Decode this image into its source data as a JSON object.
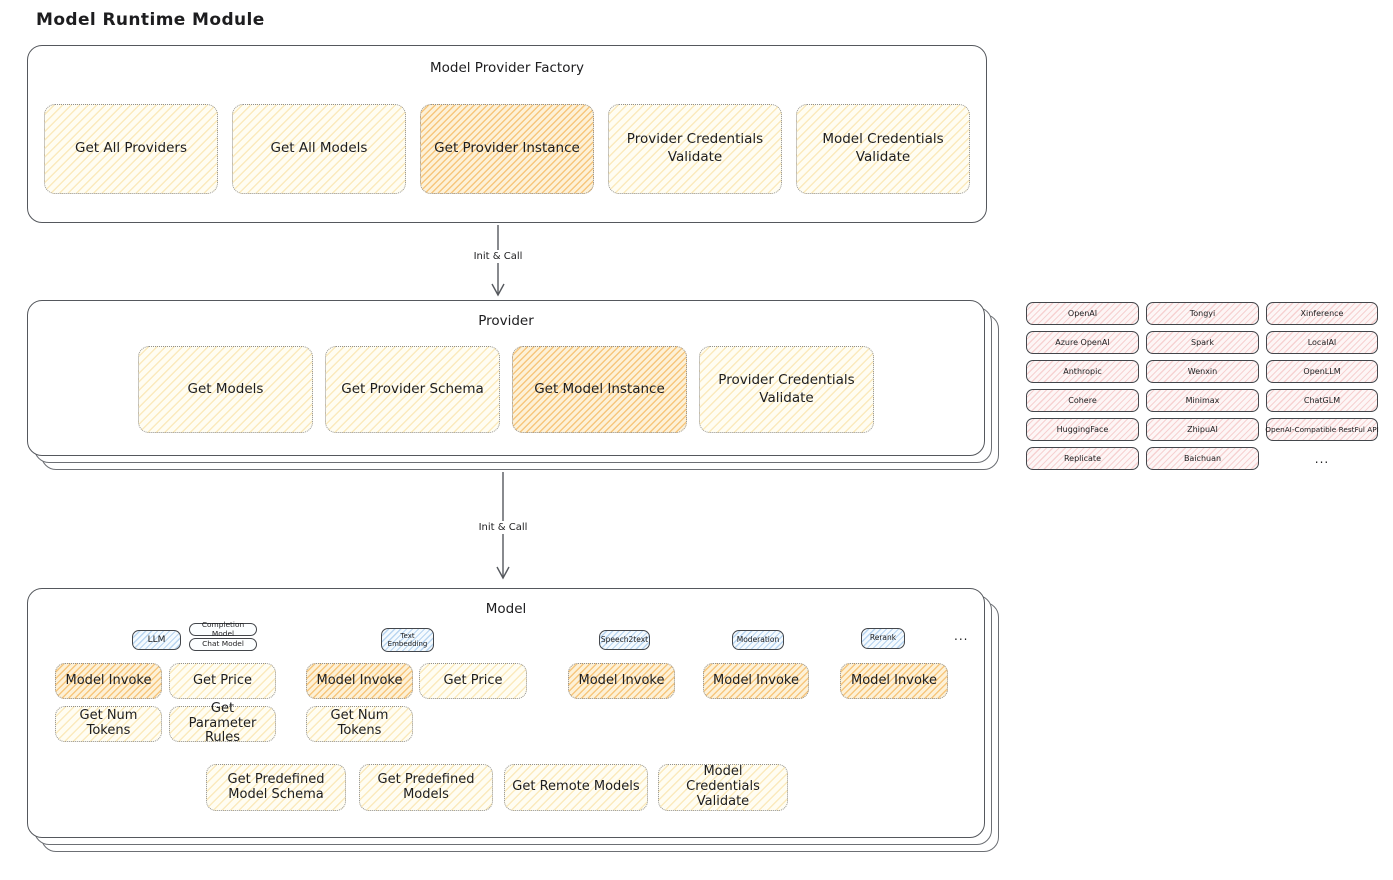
{
  "page": {
    "title": "Model Runtime Module"
  },
  "arrows": [
    {
      "label": "Init & Call"
    },
    {
      "label": "Init & Call"
    }
  ],
  "factory": {
    "title": "Model Provider Factory",
    "buttons": [
      {
        "label": "Get All Providers",
        "highlighted": false
      },
      {
        "label": "Get All Models",
        "highlighted": false
      },
      {
        "label": "Get Provider Instance",
        "highlighted": true
      },
      {
        "label": "Provider Credentials Validate",
        "highlighted": false
      },
      {
        "label": "Model Credentials Validate",
        "highlighted": false
      }
    ]
  },
  "provider": {
    "title": "Provider",
    "buttons": [
      {
        "label": "Get Models",
        "highlighted": false
      },
      {
        "label": "Get Provider Schema",
        "highlighted": false
      },
      {
        "label": "Get Model Instance",
        "highlighted": true
      },
      {
        "label": "Provider Credentials Validate",
        "highlighted": false
      }
    ]
  },
  "providers": {
    "items": [
      "OpenAI",
      "Tongyi",
      "Xinference",
      "Azure OpenAI",
      "Spark",
      "LocalAI",
      "Anthropic",
      "Wenxin",
      "OpenLLM",
      "Cohere",
      "Minimax",
      "ChatGLM",
      "HuggingFace",
      "ZhipuAI",
      "OpenAI-Compatible RestFul API",
      "Replicate",
      "Baichuan"
    ],
    "more": "..."
  },
  "model": {
    "title": "Model",
    "types": {
      "llm": "LLM",
      "completion": "Completion Model",
      "chat": "Chat Model",
      "text_embedding": "Text Embedding",
      "speech2text": "Speech2text",
      "moderation": "Moderation",
      "rerank": "Rerank",
      "more": "..."
    },
    "ops": {
      "model_invoke": "Model Invoke",
      "get_price": "Get Price",
      "get_num_tokens": "Get Num Tokens",
      "get_parameter_rules": "Get Parameter Rules"
    },
    "bottom_buttons": [
      "Get Predefined Model Schema",
      "Get Predefined Models",
      "Get Remote Models",
      "Model Credentials Validate"
    ]
  },
  "colors": {
    "cream_fill": "#fff9e6",
    "orange_fill": "#ffe7bd",
    "blue_fill": "#e7f3fc",
    "pink_fill": "#fdeaea",
    "stroke_dark": "#1d1d1f",
    "border_gray": "#55585d"
  }
}
